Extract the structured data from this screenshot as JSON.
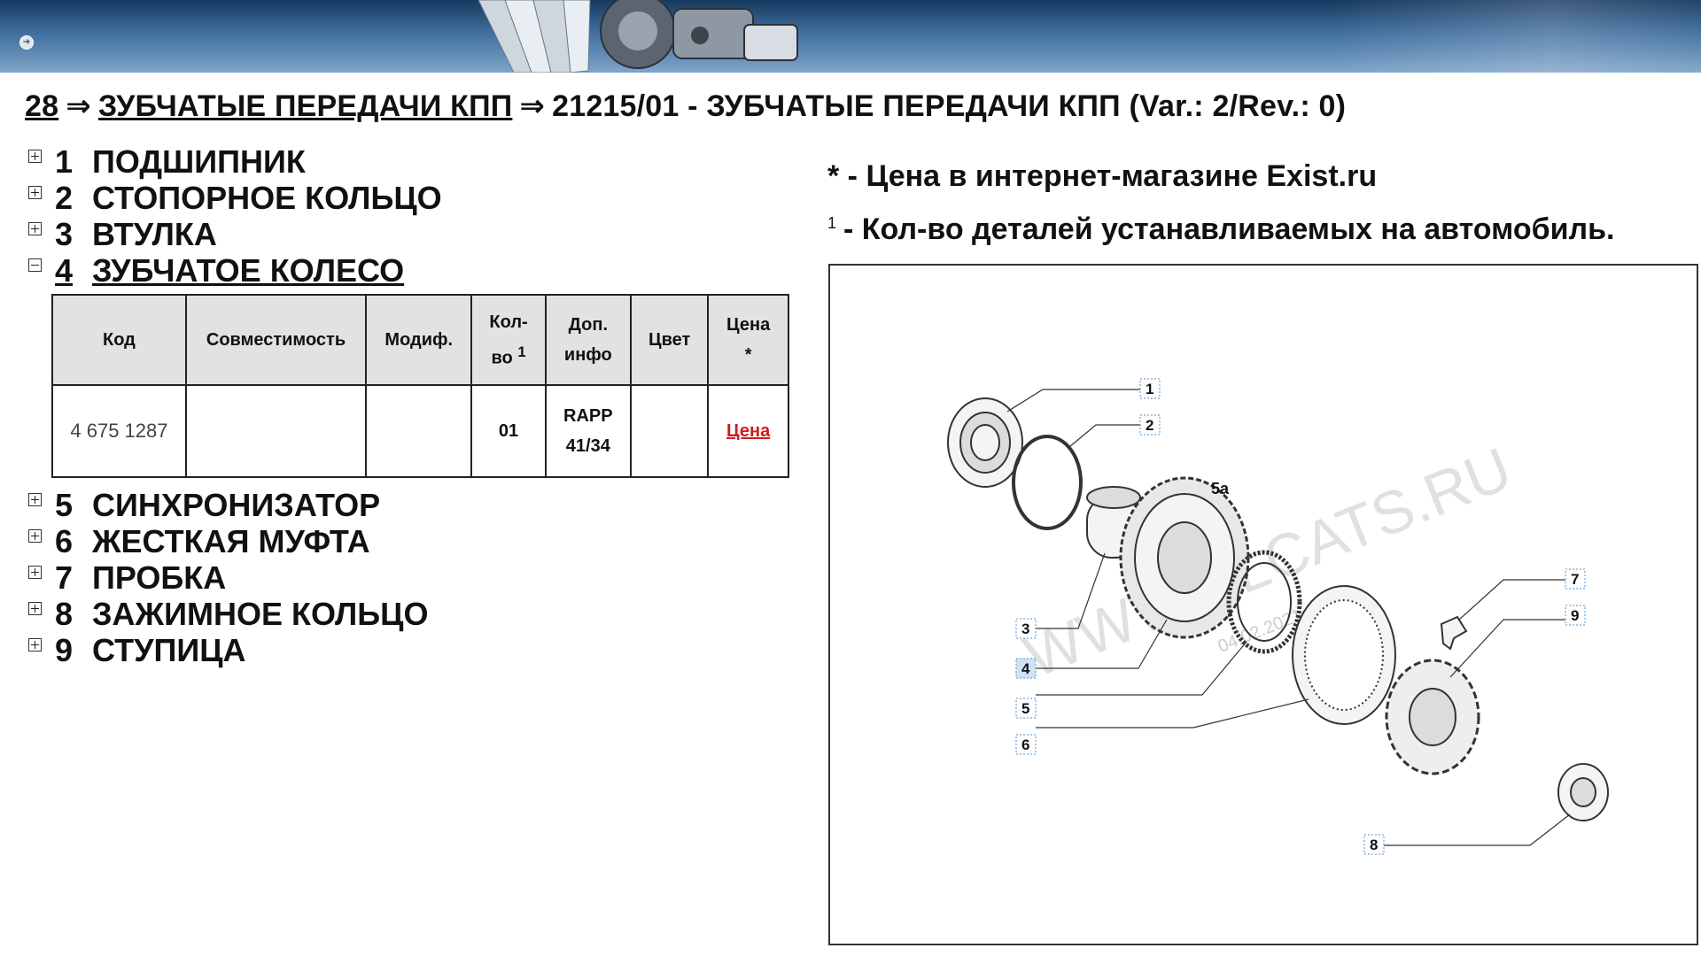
{
  "header": {
    "banner_icon": "engine-parts-banner",
    "back_icon": "arrow-right-circle-icon"
  },
  "breadcrumb": {
    "level1": "28",
    "arrow": "⇒",
    "level2": "ЗУБЧАТЫЕ ПЕРЕДАЧИ КПП",
    "current": "21215/01 - ЗУБЧАТЫЕ ПЕРЕДАЧИ КПП (Var.: 2/Rev.: 0)"
  },
  "parts": [
    {
      "num": "1",
      "name": "ПОДШИПНИК",
      "expanded": false
    },
    {
      "num": "2",
      "name": "СТОПОРНОЕ КОЛЬЦО",
      "expanded": false
    },
    {
      "num": "3",
      "name": "ВТУЛКА",
      "expanded": false
    },
    {
      "num": "4",
      "name": "ЗУБЧАТОЕ КОЛЕСО",
      "expanded": true
    },
    {
      "num": "5",
      "name": "СИНХРОНИЗАТОР",
      "expanded": false
    },
    {
      "num": "6",
      "name": "ЖЕСТКАЯ МУФТА",
      "expanded": false
    },
    {
      "num": "7",
      "name": "ПРОБКА",
      "expanded": false
    },
    {
      "num": "8",
      "name": "ЗАЖИМНОЕ КОЛЬЦО",
      "expanded": false
    },
    {
      "num": "9",
      "name": "СТУПИЦА",
      "expanded": false
    }
  ],
  "table": {
    "headers": {
      "code": "Код",
      "compat": "Совместимость",
      "modif": "Модиф.",
      "qty_line1": "Кол-",
      "qty_line2": "во",
      "qty_sup": "1",
      "info_line1": "Доп.",
      "info_line2": "инфо",
      "color": "Цвет",
      "price_line1": "Цена",
      "price_line2": "*"
    },
    "rows": [
      {
        "code": "4 675 1287",
        "compat": "",
        "modif": "",
        "qty": "01",
        "info_line1": "RAPP",
        "info_line2": "41/34",
        "color": "",
        "price": "Цена"
      }
    ]
  },
  "notes": {
    "price_note": "* - Цена в интернет-магазине Exist.ru",
    "qty_sup": "1",
    "qty_note": "- Кол-во деталей устанавливаемых на автомобиль."
  },
  "diagram": {
    "watermark": "WWW.ELCATS.RU",
    "date_stamp": "04.02.2021",
    "inner_label": "5a",
    "callouts": [
      "1",
      "2",
      "3",
      "4",
      "5",
      "6",
      "7",
      "8",
      "9"
    ],
    "active_callout": "4",
    "highlight_color": "#cfe2f6",
    "callout_border_color": "#6fa7d9"
  },
  "colors": {
    "price_link": "#d01c1c",
    "table_header_bg": "#e2e2e2",
    "banner_dark": "#17395f",
    "banner_light": "#7fa5c9"
  }
}
